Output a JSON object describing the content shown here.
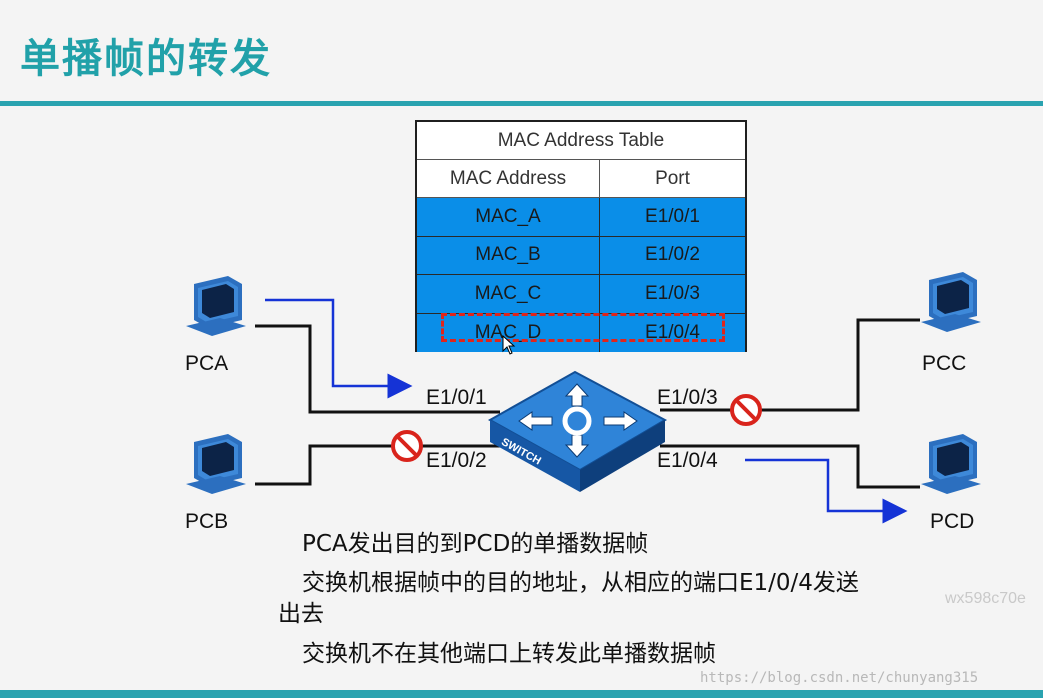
{
  "title": "单播帧的转发",
  "mac_table": {
    "caption": "MAC Address Table",
    "headers": [
      "MAC Address",
      "Port"
    ],
    "rows": [
      {
        "mac": "MAC_A",
        "port": "E1/0/1"
      },
      {
        "mac": "MAC_B",
        "port": "E1/0/2"
      },
      {
        "mac": "MAC_C",
        "port": "E1/0/3"
      },
      {
        "mac": "MAC_D",
        "port": "E1/0/4"
      }
    ],
    "highlighted_row": "MAC_D"
  },
  "hosts": {
    "pca": "PCA",
    "pcb": "PCB",
    "pcc": "PCC",
    "pcd": "PCD"
  },
  "switch_label": "SWITCH",
  "ports": {
    "p1": "E1/0/1",
    "p2": "E1/0/2",
    "p3": "E1/0/3",
    "p4": "E1/0/4"
  },
  "description": {
    "line1": "PCA发出目的到PCD的单播数据帧",
    "line2a": "交换机根据帧中的目的地址，从相应的端口E1/0/4发送",
    "line2b": "出去",
    "line3": "交换机不在其他端口上转发此单播数据帧"
  },
  "watermark": "https://blog.csdn.net/chunyang315",
  "watermark_side": "wx598c70e",
  "colors": {
    "accent": "#21a1a9",
    "table_fill": "#0a8ee8",
    "arrow": "#1533d6",
    "block": "#d9241c",
    "switch": "#1f6fc4"
  },
  "icons": [
    "pc-icon",
    "switch-icon",
    "blocked-icon",
    "arrow-icon",
    "cursor-icon"
  ]
}
